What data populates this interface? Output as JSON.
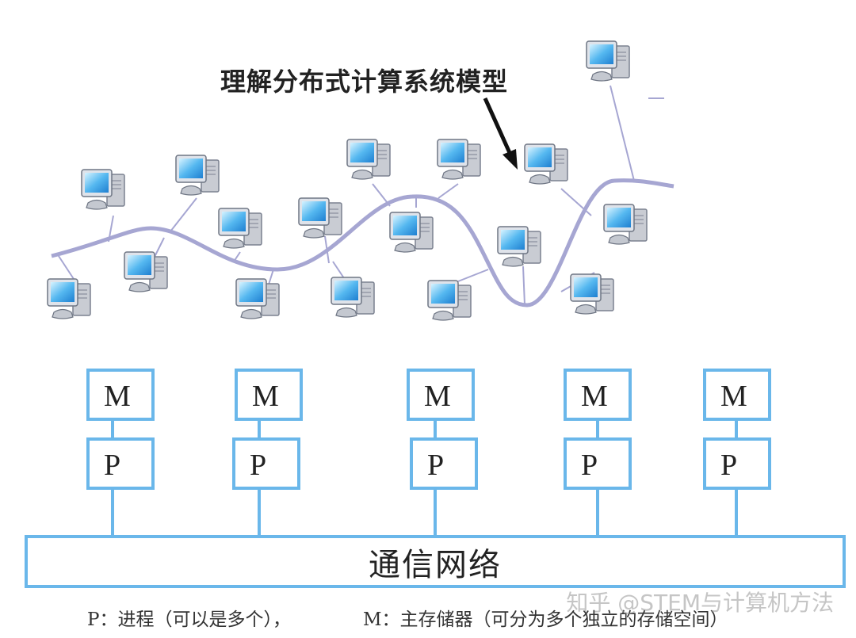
{
  "title": "理解分布式计算系统模型",
  "colors": {
    "network_curve": "#a6a6d2",
    "box_border": "#6ab7ea",
    "arrow": "#111111"
  },
  "icons": {
    "computer": "computer-icon"
  },
  "nodes": [
    {
      "memory_label": "M",
      "process_label": "P"
    },
    {
      "memory_label": "M",
      "process_label": "P"
    },
    {
      "memory_label": "M",
      "process_label": "P"
    },
    {
      "memory_label": "M",
      "process_label": "P"
    },
    {
      "memory_label": "M",
      "process_label": "P"
    }
  ],
  "network_label": "通信网络",
  "legend": {
    "p_text": "P：进程（可以是多个），",
    "m_text": "M：主存储器（可分为多个独立的存储空间）"
  },
  "watermark": "知乎 @STEM与计算机方法"
}
